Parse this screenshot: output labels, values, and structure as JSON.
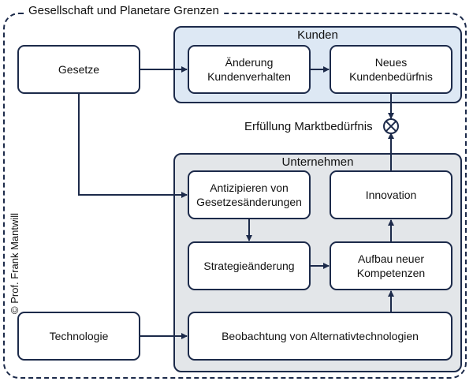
{
  "title": "Gesellschaft und Planetare Grenzen",
  "groups": {
    "kunden": "Kunden",
    "unternehmen": "Unternehmen"
  },
  "nodes": {
    "gesetze": "Gesetze",
    "aenderung_kundenverhalten": "Änderung\nKundenverhalten",
    "neues_kundenbeduerfnis": "Neues\nKundenbedürfnis",
    "antizipieren": "Antizipieren von\nGesetzesänderungen",
    "innovation": "Innovation",
    "strategieaenderung": "Strategieänderung",
    "aufbau_kompetenzen": "Aufbau neuer\nKompetenzen",
    "technologie": "Technologie",
    "beobachtung": "Beobachtung von Alternativtechnologien"
  },
  "junction": {
    "label": "Erfüllung Marktbedürfnis"
  },
  "copyright": "© Prof. Frank Mantwill",
  "colors": {
    "stroke": "#1c2a4a",
    "kunden_fill": "#dde8f4",
    "unternehmen_fill": "#e3e6e9"
  }
}
